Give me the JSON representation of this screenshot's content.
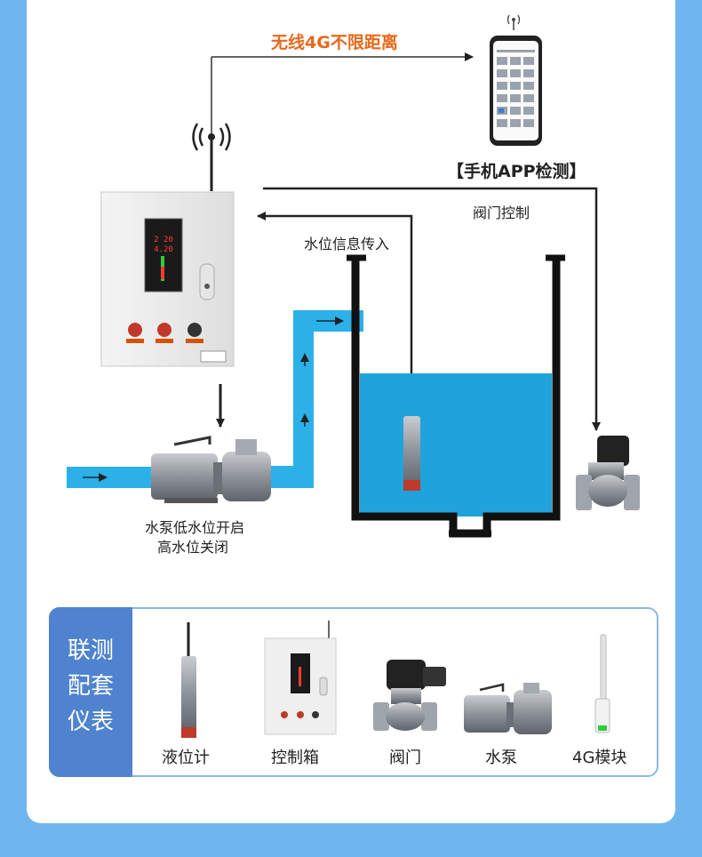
{
  "top_link_label": "无线4G不限距离",
  "app_label": "【手机APP检测】",
  "valve_control_label": "阀门控制",
  "level_info_label": "水位信息传入",
  "pump_caption_line1": "水泵低水位开启",
  "pump_caption_line2": "高水位关闭",
  "display_readout": "4.20",
  "legend": {
    "title_lines": [
      "联测",
      "配套",
      "仪表"
    ],
    "items": [
      "液位计",
      "控制箱",
      "阀门",
      "水泵",
      "4G模块"
    ]
  },
  "colors": {
    "page_background": "#6fb6ee",
    "water": "#1fa3dc",
    "pipe": "#2cb0e8",
    "legend_side": "#4f83cf",
    "accent_orange": "#e8691c"
  }
}
